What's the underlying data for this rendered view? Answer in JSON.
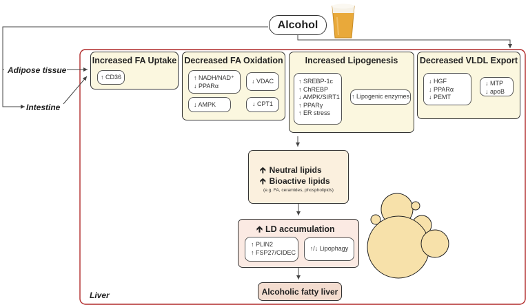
{
  "header": {
    "alcohol": "Alcohol",
    "beer_icon": "beer-glass-icon"
  },
  "sources": {
    "adipose": "Adipose tissue",
    "intestine": "Intestine"
  },
  "organ": {
    "label": "Liver"
  },
  "colors": {
    "pane_fill": "#fbf7df",
    "central_fill": "#fbf0de",
    "ld_fill": "#fbeae3",
    "droplet": "#f7e1aa",
    "border": "#333333",
    "liver_border": "#b02a2a"
  },
  "uptake": {
    "title": "Increased FA Uptake",
    "items": [
      "↑ CD36"
    ]
  },
  "oxidation": {
    "title": "Decreased FA Oxidation",
    "box1": [
      "↑ NADH/NAD⁺",
      "↓ PPARα"
    ],
    "box2": "↓ VDAC",
    "box3": "↓ AMPK",
    "box4": "↓ CPT1"
  },
  "lipogenesis": {
    "title": "Increased Lipogenesis",
    "factors": [
      "↑ SREBP-1c",
      "↑ ChREBP",
      "↓ AMPK/SIRT1",
      "↑ PPARγ",
      "↑ ER stress"
    ],
    "result": "↑ Lipogenic enzymes"
  },
  "vldl": {
    "title": "Decreased VLDL Export",
    "factors": [
      "↓ HGF",
      "↓ PPARα",
      "↓ PEMT"
    ],
    "result": [
      "↓ MTP",
      "↓ apoB"
    ]
  },
  "lipids": {
    "neutral": "Neutral lipids",
    "bioactive": "Bioactive lipids",
    "note": "(e.g. FA, ceramides, phospholipids)"
  },
  "ld": {
    "title": "LD accumulation",
    "proteins": [
      "↑ PLIN2",
      "↑ FSP27/CIDEC"
    ],
    "lipophagy": "↑/↓ Lipophagy"
  },
  "outcome": {
    "label": "Alcoholic fatty liver"
  }
}
